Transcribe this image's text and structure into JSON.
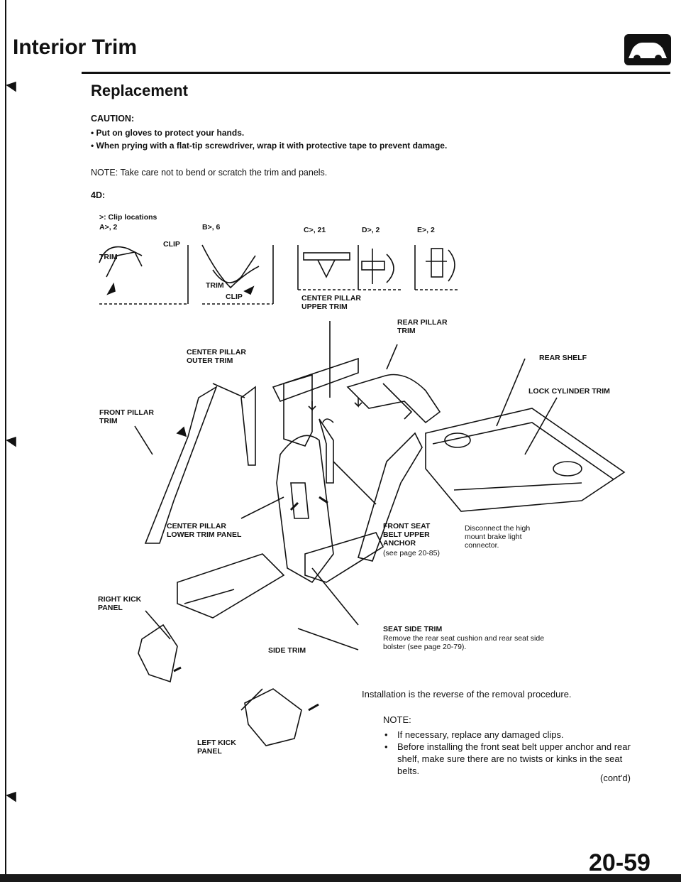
{
  "header": {
    "title": "Interior Trim"
  },
  "section": "Replacement",
  "caution": {
    "heading": "CAUTION:",
    "items": [
      "Put on gloves to protect your hands.",
      "When prying with a flat-tip screwdriver, wrap it with protective tape to prevent damage."
    ]
  },
  "note_top": "NOTE: Take care not to bend or scratch the trim and panels.",
  "model": "4D:",
  "clips": {
    "legend": ">: Clip locations",
    "a": "A>, 2",
    "b": "B>, 6",
    "c": "C>, 21",
    "d": "D>, 2",
    "e": "E>, 2",
    "clip": "CLIP",
    "trim": "TRIM"
  },
  "parts": {
    "center_pillar_upper": "CENTER PILLAR UPPER TRIM",
    "rear_pillar": "REAR PILLAR TRIM",
    "center_pillar_outer": "CENTER PILLAR OUTER TRIM",
    "rear_shelf": "REAR SHELF",
    "lock_cylinder": "LOCK CYLINDER TRIM",
    "front_pillar": "FRONT PILLAR TRIM",
    "center_pillar_lower": "CENTER PILLAR LOWER TRIM PANEL",
    "front_seat_belt": "FRONT SEAT BELT UPPER ANCHOR",
    "front_seat_belt_ref": "(see page 20-85)",
    "disconnect": "Disconnect the high mount brake light connector.",
    "right_kick": "RIGHT KICK PANEL",
    "seat_side": "SEAT SIDE TRIM",
    "seat_side_note": "Remove the rear seat cushion and rear seat side bolster (see page 20-79).",
    "side_trim": "SIDE TRIM",
    "left_kick": "LEFT KICK PANEL"
  },
  "installation": "Installation is the reverse of the removal procedure.",
  "note_bottom": {
    "heading": "NOTE:",
    "items": [
      "If necessary, replace any damaged clips.",
      "Before installing the front seat belt upper anchor and rear shelf, make sure there are no twists or kinks in the seat belts."
    ],
    "contd": "(cont'd)"
  },
  "page_number": "20-59",
  "icons": {
    "header": "car-icon"
  }
}
